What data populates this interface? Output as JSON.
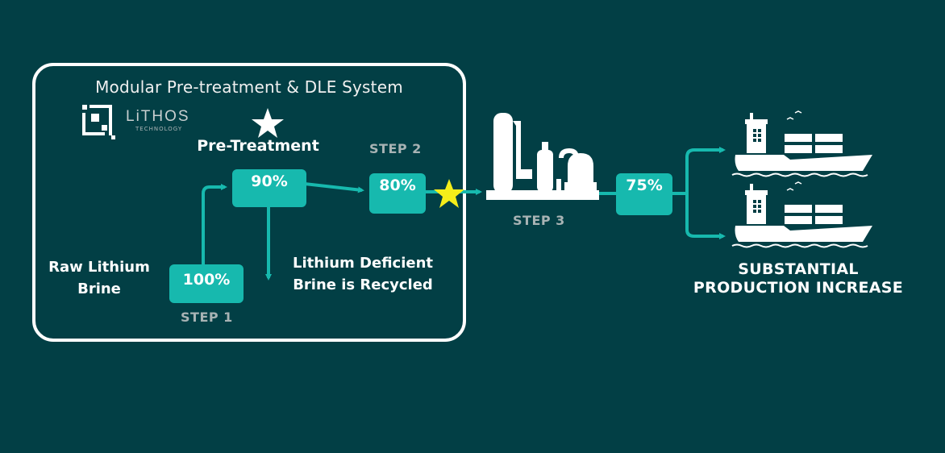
{
  "system_title": "Modular Pre-treatment & DLE System",
  "logo": {
    "name": "LiTHOS",
    "sub": "TECHNOLOGY"
  },
  "pre_treatment_label": "Pre-Treatment",
  "raw_brine_label": [
    "Raw Lithium",
    "Brine"
  ],
  "recycle_label": [
    "Lithium Deficient",
    "Brine is Recycled"
  ],
  "steps": {
    "step1": "STEP 1",
    "step2": "STEP 2",
    "step3": "STEP 3"
  },
  "boxes": {
    "step1": "100%",
    "pre_treatment": "90%",
    "step2": "80%",
    "step3_out": "75%"
  },
  "outcome_label": [
    "SUBSTANTIAL",
    "PRODUCTION INCREASE"
  ],
  "colors": {
    "background": "#023f45",
    "accent": "#17b9ae",
    "star_highlight": "#f5ee1a",
    "text": "#ffffff",
    "step_text": "#a8b3b4"
  }
}
